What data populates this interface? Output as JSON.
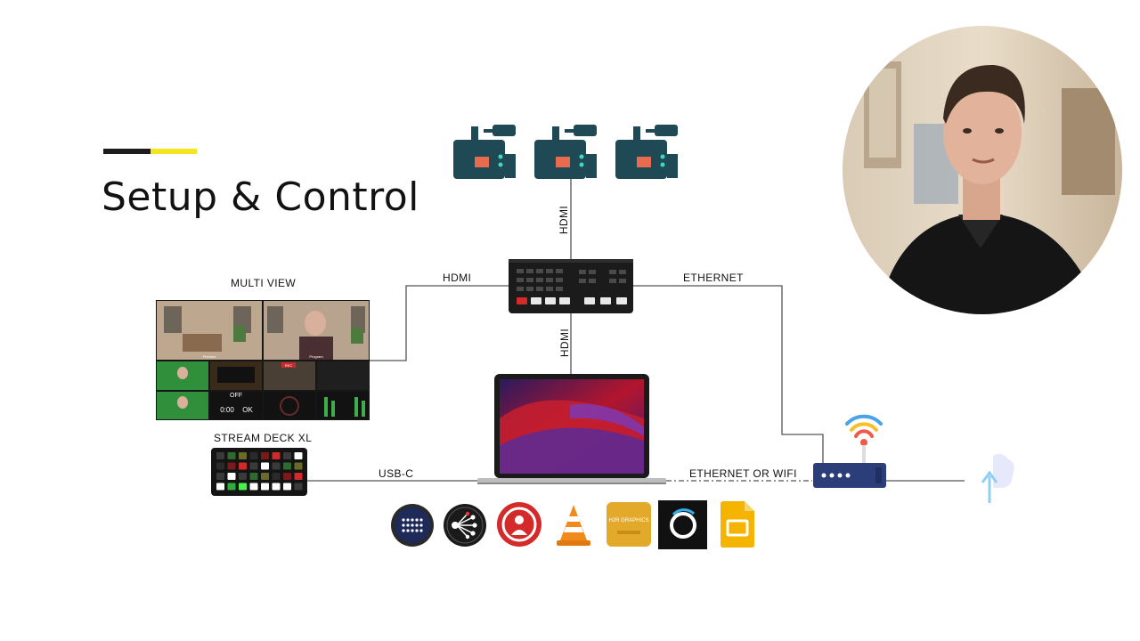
{
  "slide": {
    "title": "Setup & Control"
  },
  "labels": {
    "hdmi_top": "HDMI",
    "hdmi_left": "HDMI",
    "hdmi_middle": "HDMI",
    "ethernet": "ETHERNET",
    "multi_view": "MULTI VIEW",
    "stream_deck": "STREAM DECK XL",
    "usb_c": "USB-C",
    "ethernet_or_wifi": "ETHERNET OR WIFI"
  },
  "multiview": {
    "tile_preview": "Preview",
    "tile_program": "Program",
    "status_off": "OFF",
    "timer": "0:00",
    "ok": "OK",
    "rec": "REC"
  },
  "app_icons": [
    {
      "name": "atem-software-control-icon"
    },
    {
      "name": "streaming-bridge-icon"
    },
    {
      "name": "podcast-app-icon"
    },
    {
      "name": "vlc-icon"
    },
    {
      "name": "h2r-graphics-icon",
      "text": "H2R GRAPHICS"
    },
    {
      "name": "obs-ring-app-icon"
    },
    {
      "name": "google-slides-icon"
    }
  ],
  "colors": {
    "accent_yellow": "#f5e51f",
    "accent_dark": "#1c1c1c",
    "camera_teal": "#1f4a55",
    "camera_coral": "#e86b4f",
    "router_navy": "#2c3e7a",
    "line_gray": "#555555"
  }
}
